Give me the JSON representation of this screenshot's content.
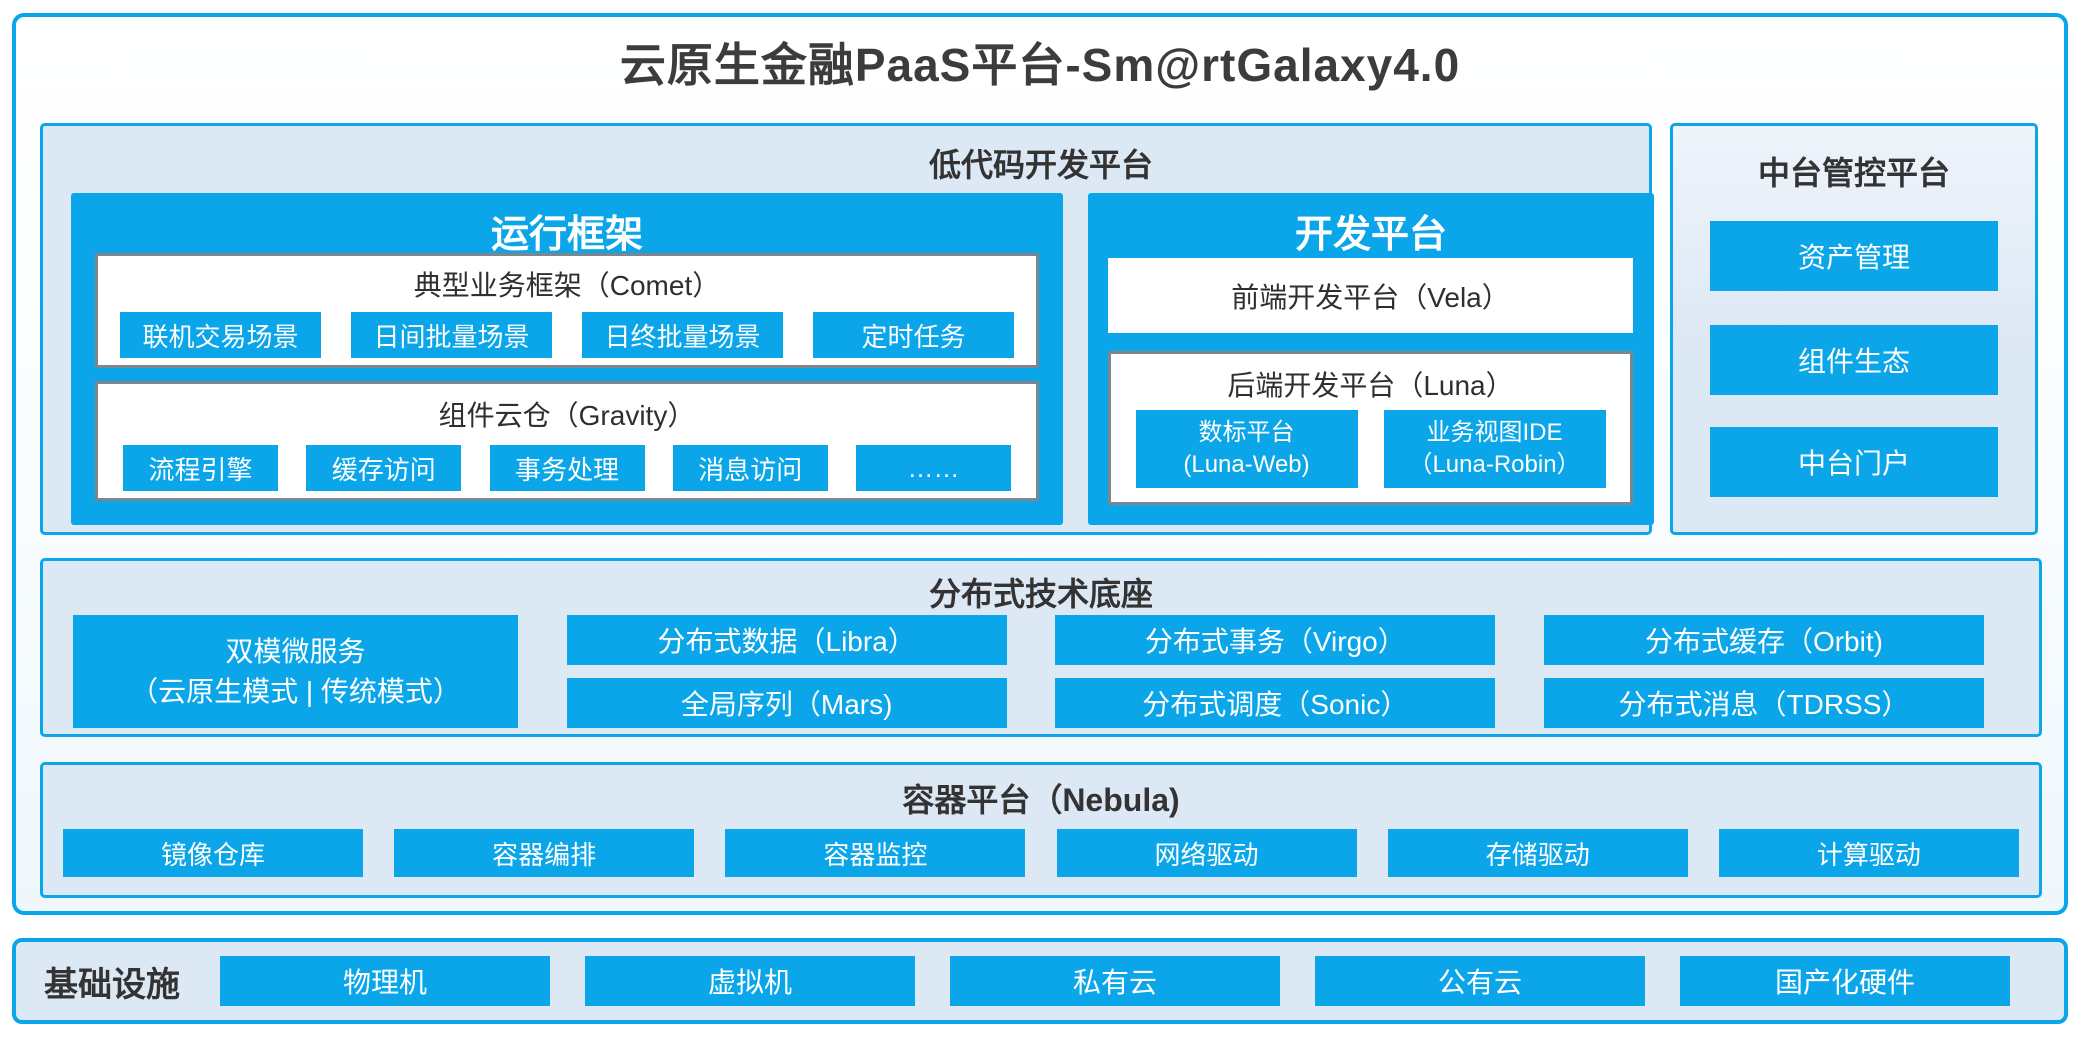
{
  "title": "云原生金融PaaS平台-Sm@rtGalaxy4.0",
  "colors": {
    "accent": "#0aa6e9",
    "panel_bg": "#dde8f5",
    "box_border": "#7d868f",
    "text_dark": "#3c3c3c"
  },
  "lowcode": {
    "label": "低代码开发平台",
    "runtime": {
      "title": "运行框架",
      "comet": {
        "title": "典型业务框架（Comet）",
        "items": [
          "联机交易场景",
          "日间批量场景",
          "日终批量场景",
          "定时任务"
        ]
      },
      "gravity": {
        "title": "组件云仓（Gravity）",
        "items": [
          "流程引擎",
          "缓存访问",
          "事务处理",
          "消息访问",
          "……"
        ]
      }
    },
    "dev": {
      "title": "开发平台",
      "vela": "前端开发平台（Vela）",
      "luna": {
        "title": "后端开发平台（Luna）",
        "items": [
          {
            "line1": "数标平台",
            "line2": "(Luna-Web)"
          },
          {
            "line1": "业务视图IDE",
            "line2": "（Luna-Robin）"
          }
        ]
      }
    }
  },
  "midplatform": {
    "label": "中台管控平台",
    "items": [
      "资产管理",
      "组件生态",
      "中台门户"
    ]
  },
  "distributed": {
    "label": "分布式技术底座",
    "dual_mode": {
      "line1": "双模微服务",
      "line2": "（云原生模式 | 传统模式）"
    },
    "columns": [
      [
        "分布式数据（Libra）",
        "全局序列（Mars)"
      ],
      [
        "分布式事务（Virgo）",
        "分布式调度（Sonic）"
      ],
      [
        "分布式缓存（Orbit)",
        "分布式消息（TDRSS）"
      ]
    ]
  },
  "container": {
    "label": "容器平台（Nebula)",
    "items": [
      "镜像仓库",
      "容器编排",
      "容器监控",
      "网络驱动",
      "存储驱动",
      "计算驱动"
    ]
  },
  "infrastructure": {
    "label": "基础设施",
    "items": [
      "物理机",
      "虚拟机",
      "私有云",
      "公有云",
      "国产化硬件"
    ]
  }
}
